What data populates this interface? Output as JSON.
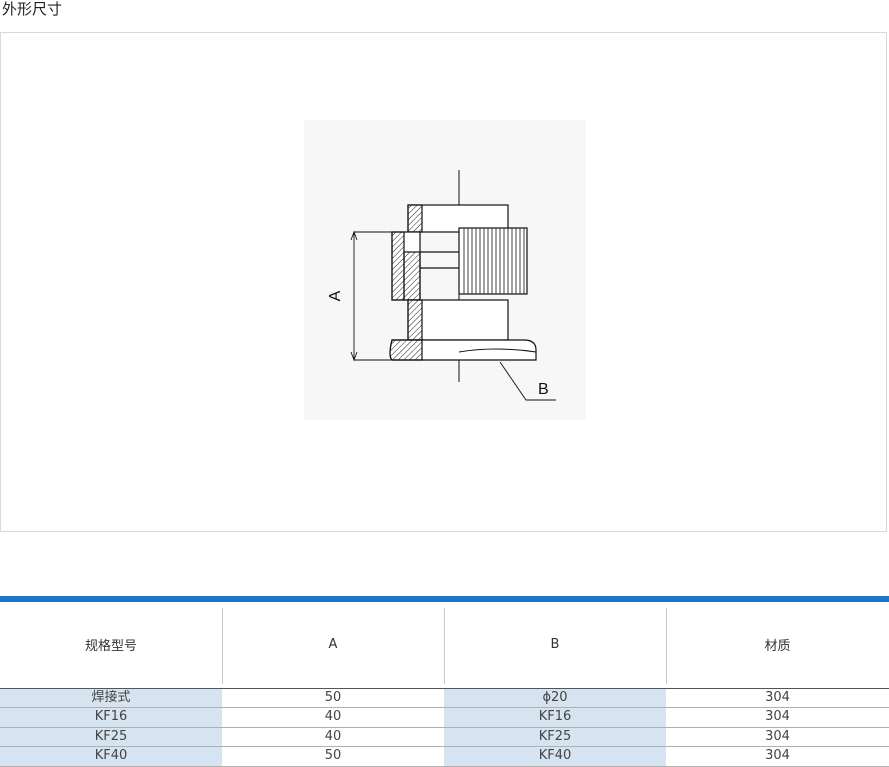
{
  "section": {
    "title": "外形尺寸"
  },
  "drawing": {
    "label_a": "A",
    "label_b": "B"
  },
  "table": {
    "headers": [
      "规格型号",
      "A",
      "B",
      "材质"
    ],
    "rows": [
      [
        "焊接式",
        "50",
        "ϕ20",
        "304"
      ],
      [
        "KF16",
        "40",
        "KF16",
        "304"
      ],
      [
        "KF25",
        "40",
        "KF25",
        "304"
      ],
      [
        "KF40",
        "50",
        "KF40",
        "304"
      ]
    ]
  }
}
